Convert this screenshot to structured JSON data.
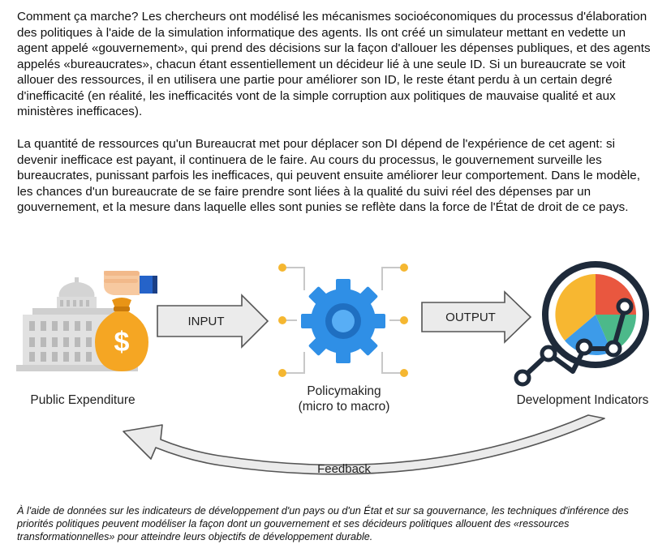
{
  "paragraphs": [
    "Comment ça marche? Les chercheurs ont modélisé les mécanismes socioéconomiques du processus d'élaboration des politiques à l'aide de la simulation informatique des agents. Ils ont créé un simulateur mettant en vedette un agent appelé «gouvernement», qui prend des décisions sur la façon d'allouer les dépenses publiques, et des agents appelés «bureaucrates», chacun étant essentiellement un décideur lié à une seule ID. Si un bureaucrate se voit allouer des ressources, il en utilisera une partie pour améliorer son ID, le reste étant perdu à un certain degré d'inefficacité (en réalité, les inefficacités vont de la simple corruption aux politiques de mauvaise qualité et aux ministères inefficaces).",
    "La quantité de ressources qu'un Bureaucrat met pour déplacer son DI dépend de l'expérience de cet agent: si devenir inefficace est payant, il continuera de le faire. Au cours du processus, le gouvernement surveille les bureaucrates, punissant parfois les inefficaces, qui peuvent ensuite améliorer leur comportement. Dans le modèle, les chances d'un bureaucrate de se faire prendre sont liées à la qualité du suivi réel des dépenses par un gouvernement, et la mesure dans laquelle elles sont punies se reflète dans la force de l'État de droit de ce pays."
  ],
  "diagram": {
    "public_expenditure": "Public Expenditure",
    "input_label": "INPUT",
    "policymaking_line1": "Policymaking",
    "policymaking_line2": "(micro to macro)",
    "output_label": "OUTPUT",
    "development_indicators": "Development Indicators",
    "feedback_label": "Feedback",
    "dollar_sign": "$"
  },
  "colors": {
    "arrow_fill": "#ebebeb",
    "arrow_stroke": "#555555",
    "gear_blue": "#2f8fe6",
    "node_orange": "#f5b731",
    "node_gray": "#c8c8c8",
    "building_gray": "#d9d9d9",
    "money_bag": "#f5a623",
    "pie_yellow": "#f7b731",
    "pie_red": "#e9573f",
    "pie_blue": "#3d9be9",
    "pie_green": "#4cb98a",
    "ring_dark": "#1e2a3a"
  },
  "caption": "À l'aide de données sur les indicateurs de développement d'un pays ou d'un État et sur sa gouvernance, les techniques d'inférence des priorités politiques peuvent modéliser la façon dont un gouvernement et ses décideurs politiques allouent des «ressources transformationnelles» pour atteindre leurs objectifs de développement durable."
}
